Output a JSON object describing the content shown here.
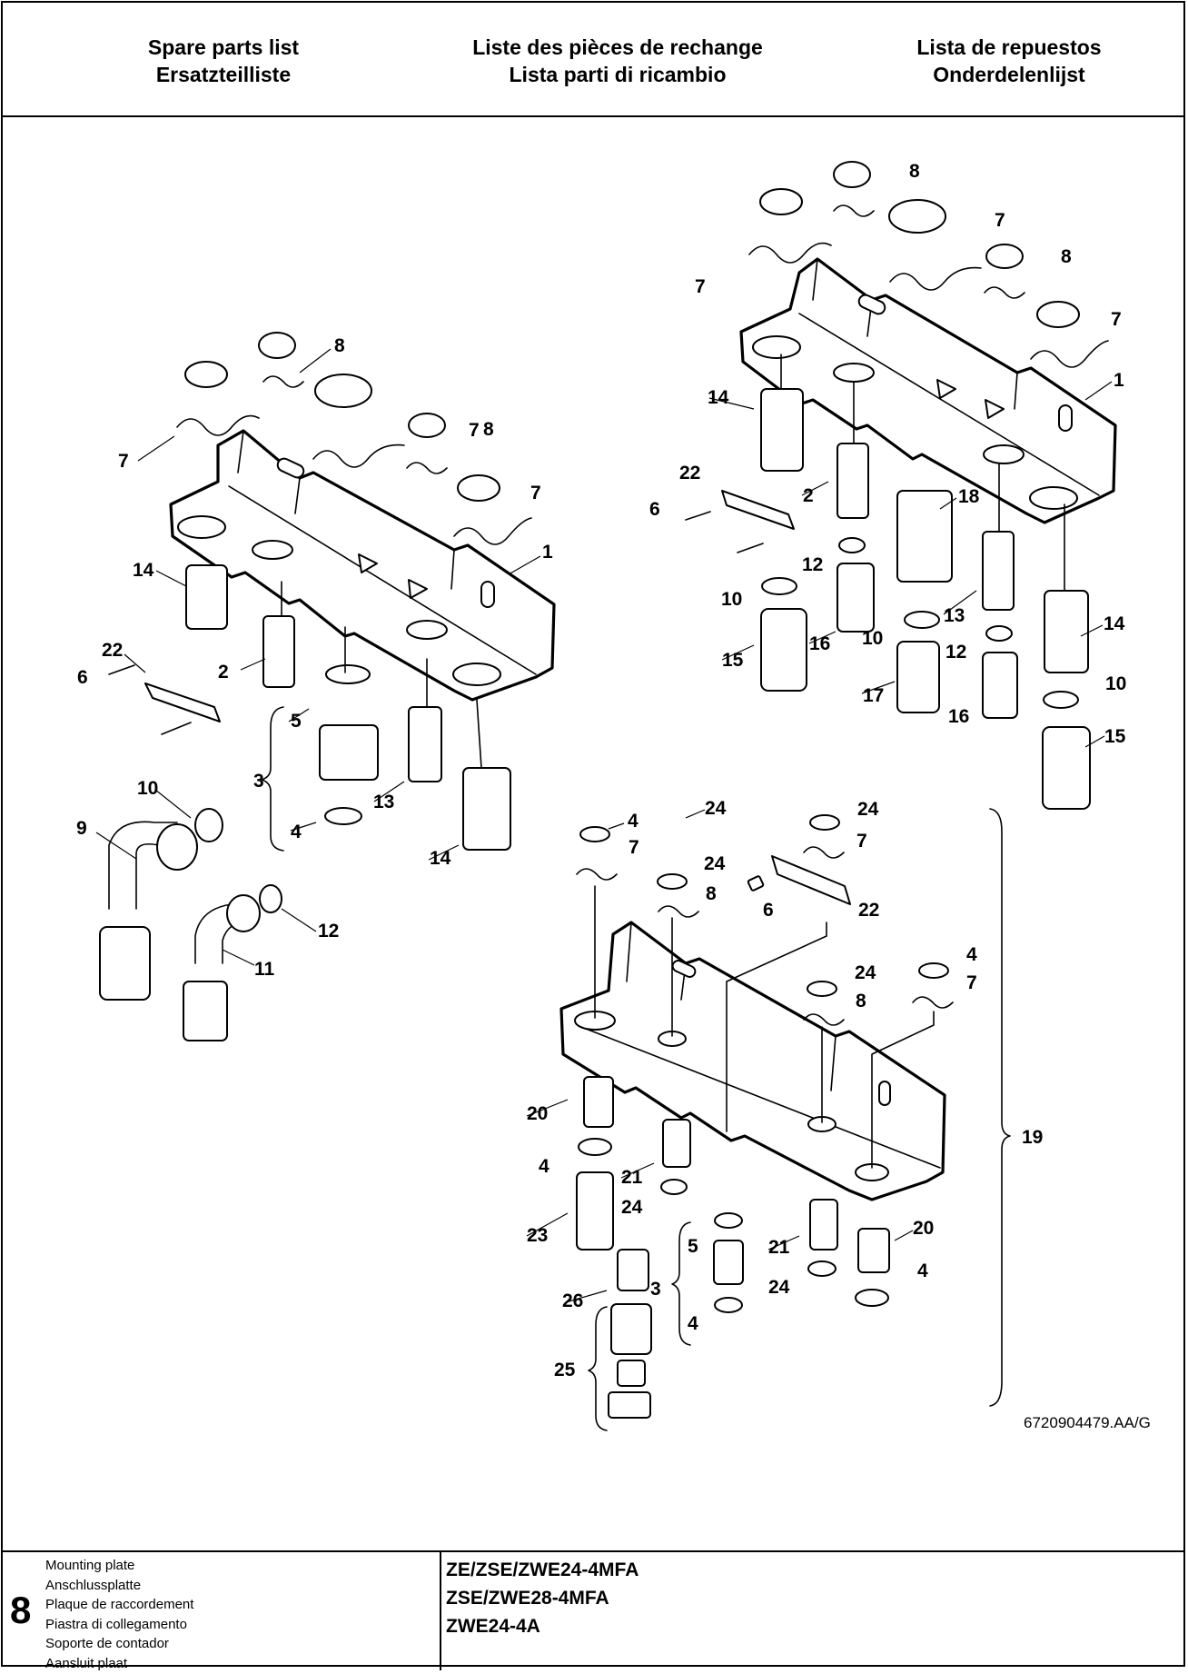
{
  "header": {
    "col1": [
      "Spare parts list",
      "Ersatzteilliste"
    ],
    "col2": [
      "Liste des pièces de rechange",
      "Lista parti di ricambio"
    ],
    "col3": [
      "Lista de repuestos",
      "Onderdelenlijst"
    ]
  },
  "drawing": {
    "callouts": [
      "1",
      "2",
      "3",
      "4",
      "5",
      "6",
      "7",
      "8",
      "9",
      "10",
      "11",
      "12",
      "13",
      "14",
      "15",
      "16",
      "17",
      "18",
      "19",
      "20",
      "21",
      "22",
      "23",
      "24",
      "25",
      "26"
    ],
    "reference": "6720904479.AA/G"
  },
  "footer": {
    "page_number": "8",
    "titles": [
      "Mounting plate",
      "Anschlussplatte",
      "Plaque de raccordement",
      "Piastra di collegamento",
      "Soporte de contador",
      "Aansluit plaat"
    ],
    "models": [
      "ZE/ZSE/ZWE24-4MFA",
      "ZSE/ZWE28-4MFA",
      "ZWE24-4A"
    ]
  }
}
